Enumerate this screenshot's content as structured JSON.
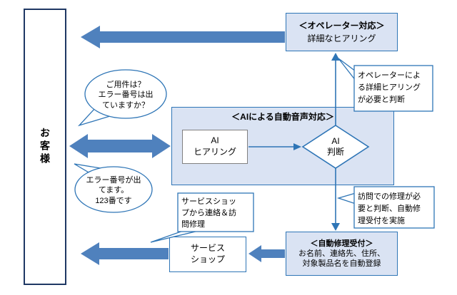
{
  "colors": {
    "accent_border": "#2e75b6",
    "light_fill": "#dae3f3",
    "arrow_fill": "#4f81bd",
    "dark_border": "#1f3864"
  },
  "customer": {
    "label": "お客様"
  },
  "operator": {
    "title": "＜オペレーター対応＞",
    "subtitle": "詳細なヒアリング"
  },
  "ai_section": {
    "title": "＜AIによる自動音声対応＞",
    "hearing_label": "AI\nヒアリング",
    "judgment_label": "AI\n判断"
  },
  "repair": {
    "title": "＜自動修理受付＞",
    "body": "お名前、連絡先、住所、\n対象製品名を自動登録"
  },
  "service_shop": {
    "label": "サービス\nショップ"
  },
  "callouts": {
    "inquiry": "ご用件は？\nエラー番号は出\nていますか？",
    "error_report": "エラー番号が出\nてます。\n123番です",
    "operator_decision": "オペレーターによ\nる詳細ヒアリング\nが必要と判断",
    "visit_decision": "訪問での修理が必\n要と判断、自動修\n理受付を実施",
    "shop_contact": "サービスショッ\nプから連絡＆訪\n問修理"
  }
}
